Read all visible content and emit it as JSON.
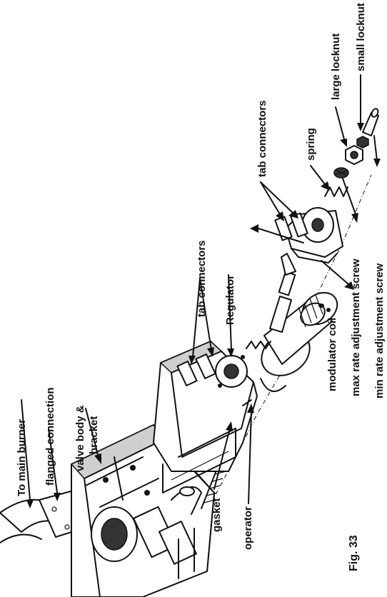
{
  "figure": {
    "caption": "Fig. 33",
    "labels": {
      "to_main_burner": "To main burner",
      "flanged_connection": "flanged connection",
      "valve_body_line1": "valve body &",
      "valve_body_line2": "bracket",
      "tab_connectors_regulator": "tab connectors",
      "regulator": "Regulator",
      "gasket": "gasket",
      "operator": "operator",
      "modulator_coil": "modulator  coil",
      "max_rate_screw": "max rate adjustment screw",
      "min_rate_screw": "min rate adjustment screw",
      "tab_connectors_coil": "tab connectors",
      "spring": "spring",
      "large_locknut": "large locknut",
      "small_locknut": "small locknut"
    }
  }
}
